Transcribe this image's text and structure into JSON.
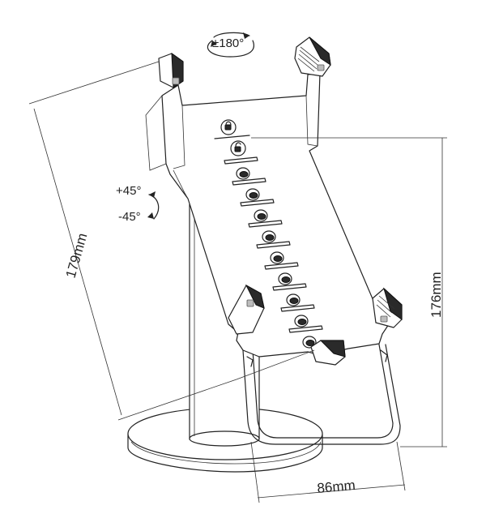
{
  "labels": {
    "rotation": "±180°",
    "tilt_up": "+45°",
    "tilt_down": "-45°",
    "height_diagonal": "179mm",
    "height_vertical": "176mm",
    "width": "86mm"
  },
  "icon_names": [
    "rotate-arrow-icon",
    "tilt-arrow-icon",
    "lock-icon",
    "unlock-icon"
  ]
}
